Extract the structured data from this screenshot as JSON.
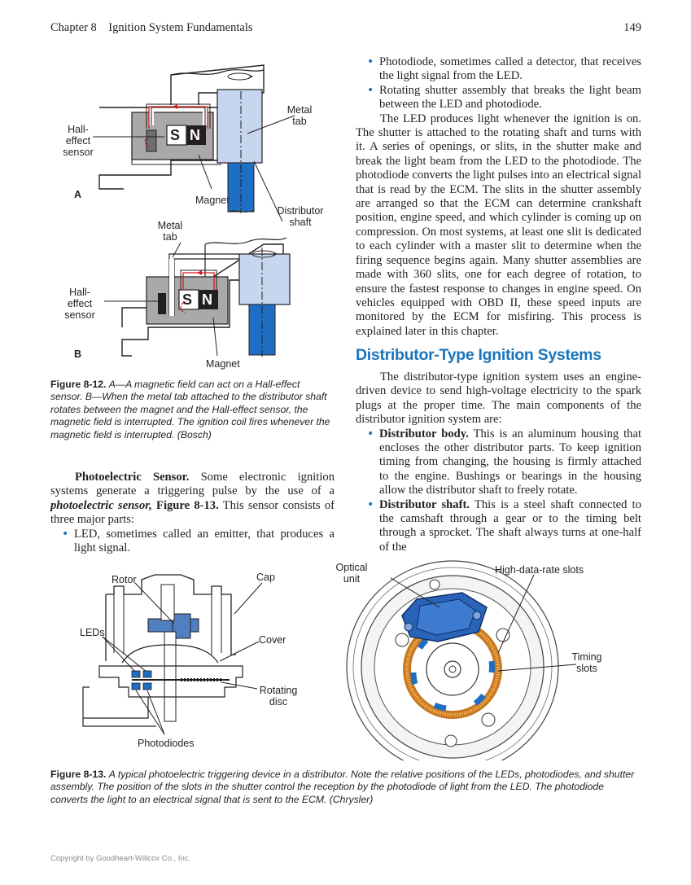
{
  "header": {
    "chapter": "Chapter 8",
    "title": "Ignition System Fundamentals",
    "page": "149"
  },
  "fig12": {
    "labels": {
      "hall_effect_sensor": [
        "Hall-",
        "effect",
        "sensor"
      ],
      "metal_tab": [
        "Metal",
        "tab"
      ],
      "magnet": "Magnet",
      "distributor_shaft": [
        "Distributor",
        "shaft"
      ],
      "part_a": "A",
      "part_b": "B",
      "s": "S",
      "n": "N"
    },
    "caption": {
      "number": "Figure 8-12.",
      "text": "A—A magnetic field can act on a Hall-effect sensor. B—When the metal tab attached to the distributor shaft rotates between the magnet and the Hall-effect sensor, the magnetic field is interrupted. The ignition coil fires whenever the magnetic field is interrupted. (Bosch)"
    }
  },
  "left_text": {
    "para_lead": "Photoelectric Sensor.",
    "para_1": " Some electronic ignition systems generate a triggering pulse by the use of a ",
    "para_term": "photoelectric sensor,",
    "para_fig": " Figure 8-13.",
    "para_2": " This sensor consists of three major parts:",
    "bullet_1": "LED, sometimes called an emitter, that produces a light signal."
  },
  "right_text": {
    "bullet_2": "Photodiode, sometimes called a detector, that receives the light signal from the LED.",
    "bullet_3": "Rotating shutter assembly that breaks the light beam between the LED and photodiode.",
    "para_led": "The LED produces light whenever the ignition is on. The shutter is attached to the rotating shaft and turns with it. A series of openings, or slits, in the shutter make and break the light beam from the LED to the photodiode. The photodiode converts the light pulses into an electrical signal that is read by the ECM. The slits in the shutter assembly are arranged so that the ECM can determine crankshaft position, engine speed, and which cylinder is coming up on compression. On most systems, at least one slit is dedicated to each cylinder with a master slit to determine when the firing sequence begins again. Many shutter assemblies are made with 360 slits, one for each degree of rotation, to ensure the fastest response to changes in engine speed. On vehicles equipped with OBD II, these speed inputs are monitored by the ECM for misfiring. This process is explained later in this chapter.",
    "heading": "Distributor-Type Ignition Systems",
    "para_dist": "The distributor-type ignition system uses an engine-driven device to send high-voltage electricity to the spark plugs at the proper time. The main components of the distributor ignition system are:",
    "b4_term": "Distributor body.",
    "b4_text": " This is an aluminum housing that encloses the other distributor parts. To keep ignition timing from changing, the housing is firmly attached to the engine. Bushings or bearings in the housing allow the distributor shaft to freely rotate.",
    "b5_term": "Distributor shaft.",
    "b5_text": " This is a steel shaft connected to the camshaft through a gear or to the timing belt through a sprocket. The shaft always turns at one-half of the"
  },
  "fig13": {
    "labels": {
      "rotor": "Rotor",
      "cap": "Cap",
      "leds": "LEDs",
      "cover": "Cover",
      "rotating_disc": [
        "Rotating",
        "disc"
      ],
      "photodiodes": "Photodiodes",
      "optical_unit": [
        "Optical",
        "unit"
      ],
      "high_data_rate_slots": "High-data-rate slots",
      "timing_slots": [
        "Timing",
        "slots"
      ]
    },
    "caption": {
      "number": "Figure 8-13.",
      "text": "A typical photoelectric triggering device in a distributor. Note the relative positions of the LEDs, photodiodes, and shutter assembly. The position of the slots in the shutter control the reception by the photodiode of light from the LED. The photodiode converts the light to an electrical signal that is sent to the ECM. (Chrysler)"
    }
  },
  "footer": {
    "copyright": "Copyright by Goodheart-Willcox Co., Inc."
  },
  "colors": {
    "accent_blue": "#1b75bb",
    "shaft_blue": "#1e6fc4",
    "light_blue": "#c5d6ee",
    "magnet_red": "#d7191c"
  }
}
